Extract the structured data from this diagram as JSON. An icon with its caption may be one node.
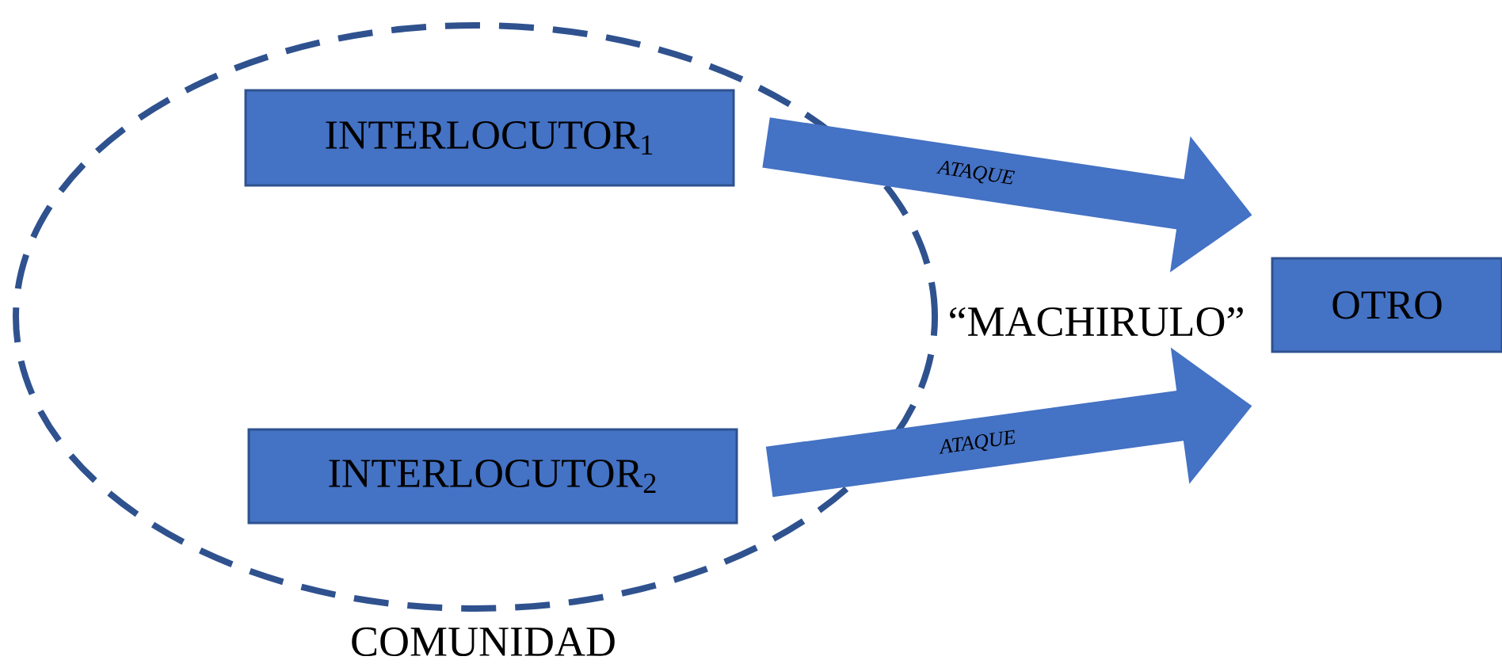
{
  "diagram": {
    "nodes": [
      {
        "text": [
          "COMUNIDAD"
        ]
      },
      {
        "text": [
          "INTERLOCUTOR$_{1}$"
        ],
        "in": 0
      },
      {
        "text": [
          "INTERLOCUTOR$_{2}$"
        ],
        "in": 0
      },
      {
        "text": [
          "OTRO"
        ]
      }
    ],
    "edges": [
      {
        "from": 1,
        "to": 3,
        "arrow": "to",
        "label": "ATAQUE"
      },
      {
        "from": 2,
        "to": 3,
        "arrow": "to",
        "label": "ATAQUE"
      }
    ],
    "labels": [
      "“MACHIRULO”"
    ]
  }
}
